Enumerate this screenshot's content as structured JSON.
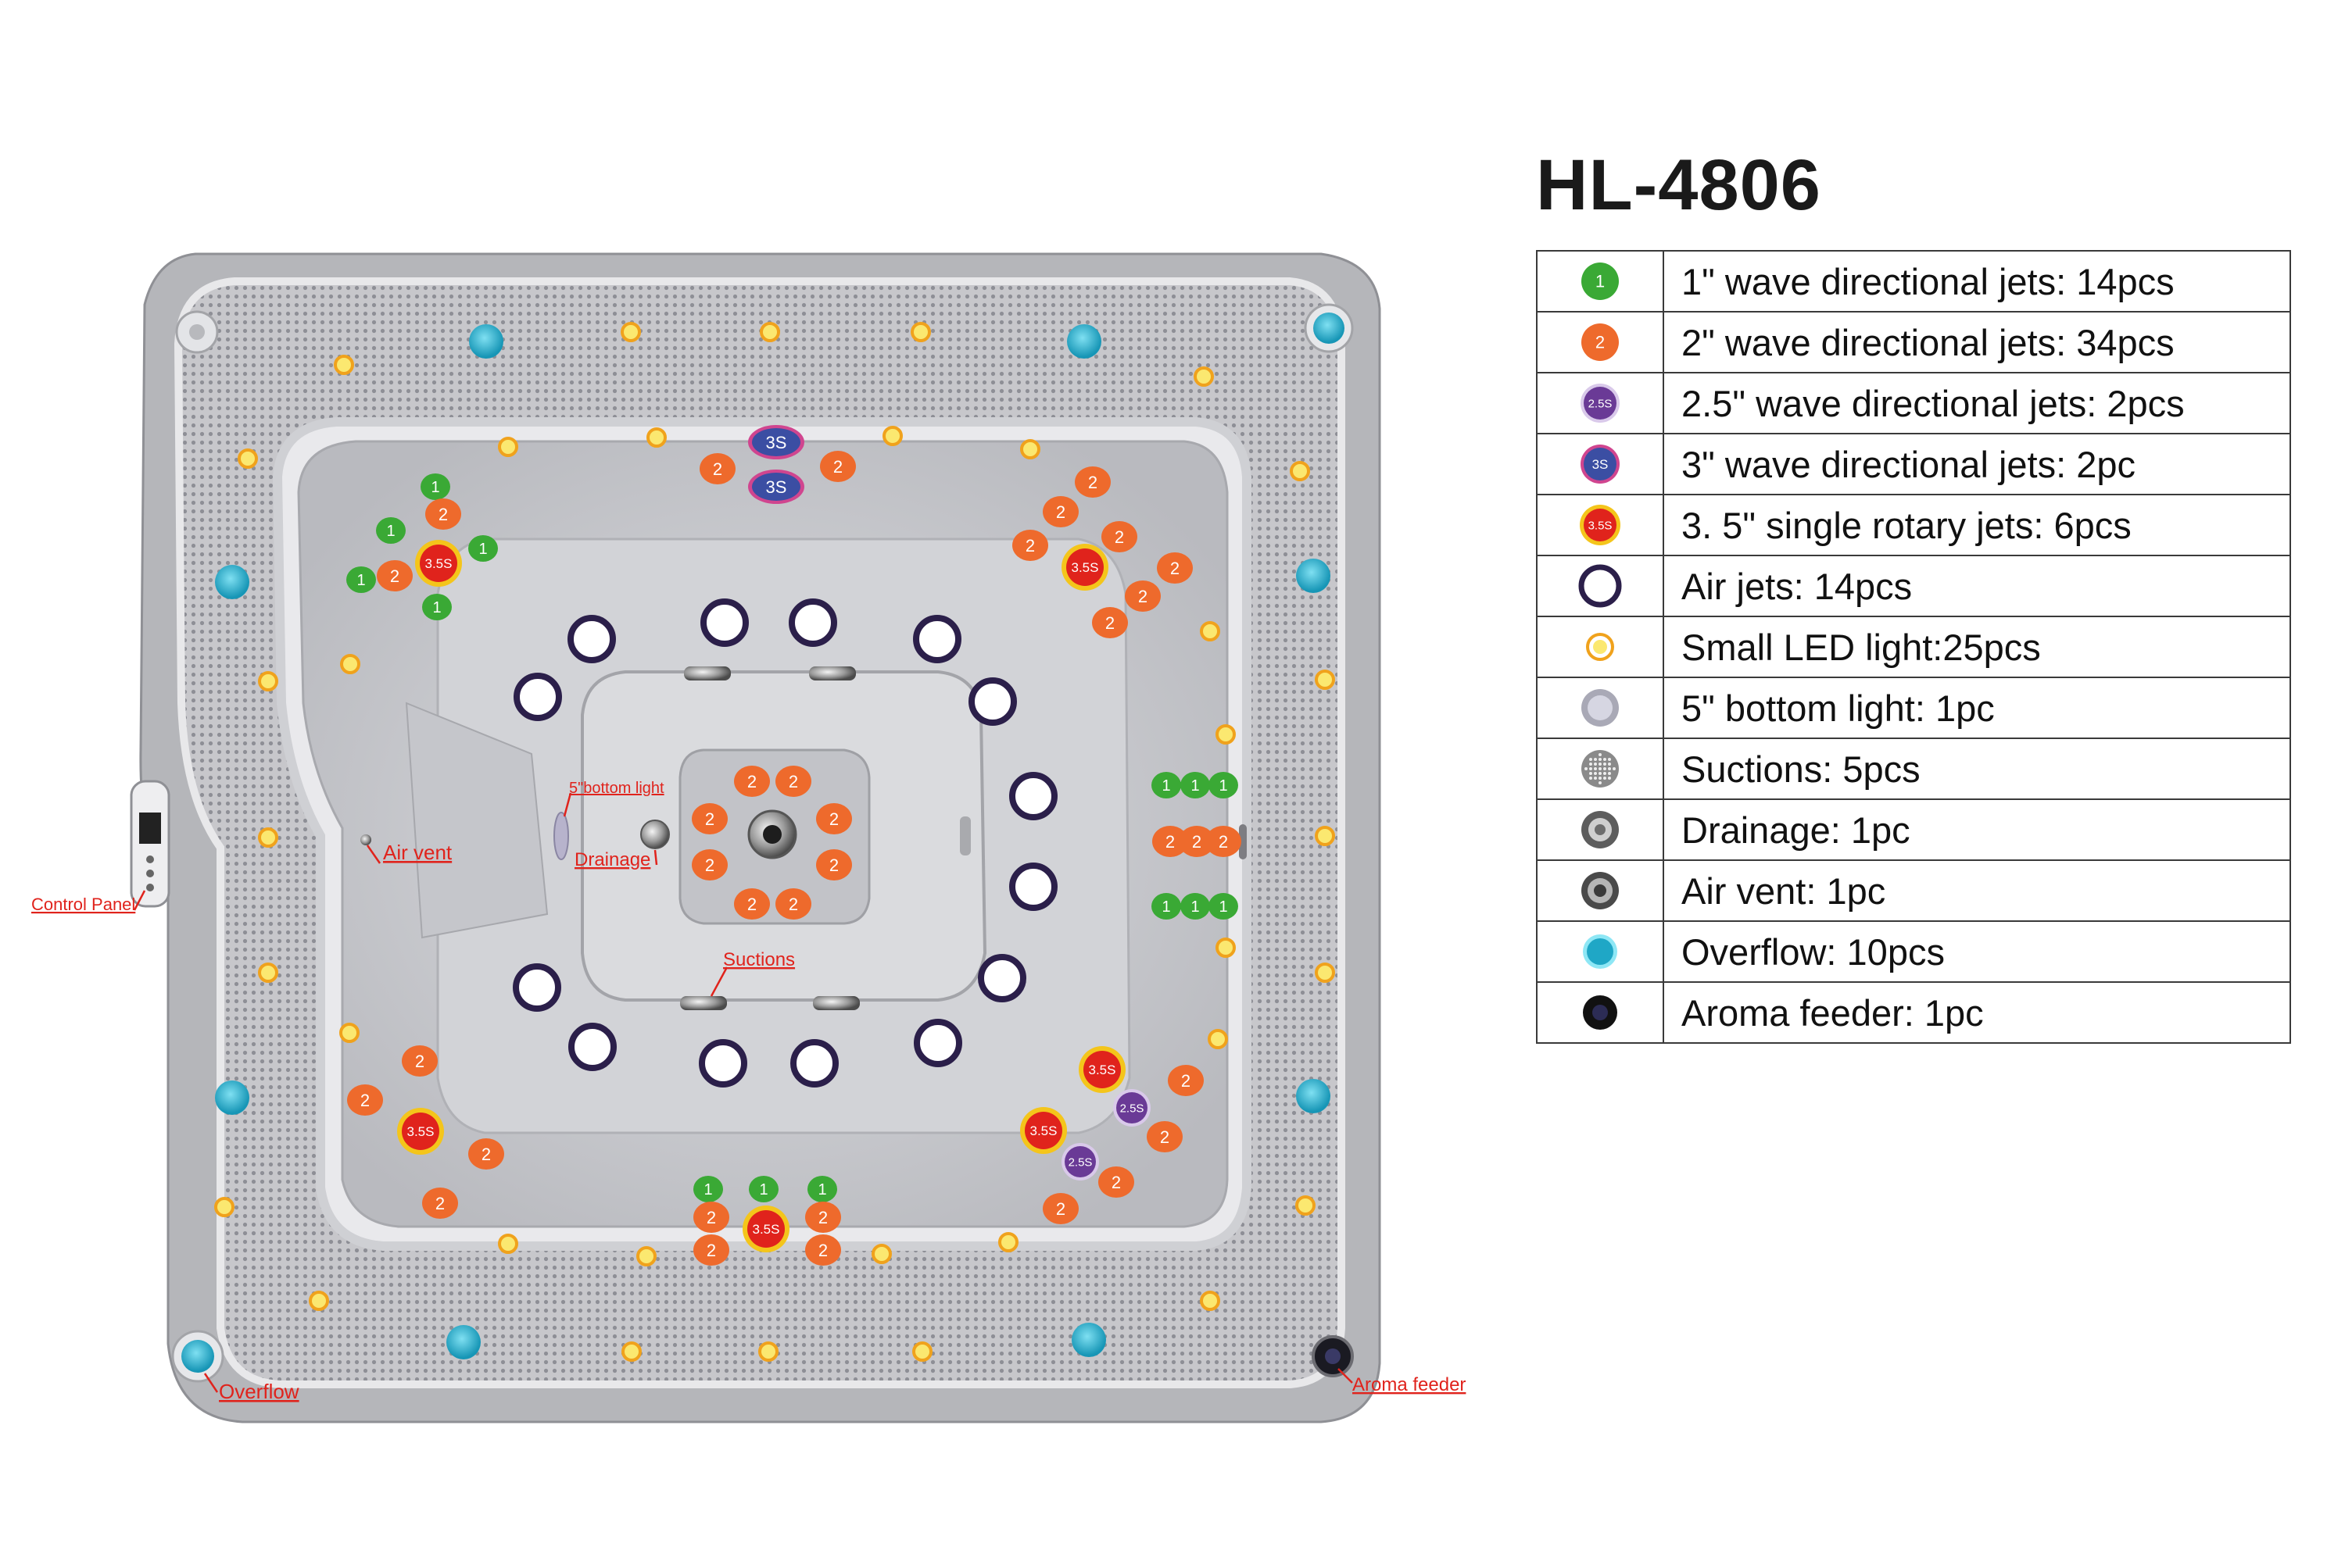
{
  "model": "HL-4806",
  "legend": [
    {
      "icon": "green-jet-icon",
      "icon_text": "1",
      "text": "1\" wave directional jets: 14pcs"
    },
    {
      "icon": "orange-jet-icon",
      "icon_text": "2",
      "text": "2\" wave directional jets: 34pcs"
    },
    {
      "icon": "purple-jet-icon",
      "icon_text": "2.5S",
      "text": "2.5\" wave directional jets: 2pcs"
    },
    {
      "icon": "blue-jet-icon",
      "icon_text": "3S",
      "text": "3\" wave directional jets: 2pc"
    },
    {
      "icon": "rotary-jet-icon",
      "icon_text": "3.5S",
      "text": "3. 5\" single rotary jets: 6pcs"
    },
    {
      "icon": "air-jet-icon",
      "icon_text": "",
      "text": "Air jets: 14pcs"
    },
    {
      "icon": "led-light-icon",
      "icon_text": "",
      "text": "Small LED light:25pcs"
    },
    {
      "icon": "bottom-light-icon",
      "icon_text": "",
      "text": "5\" bottom light: 1pc"
    },
    {
      "icon": "suction-icon",
      "icon_text": "",
      "text": "Suctions: 5pcs"
    },
    {
      "icon": "drainage-icon",
      "icon_text": "",
      "text": "Drainage: 1pc"
    },
    {
      "icon": "air-vent-icon",
      "icon_text": "",
      "text": "Air vent: 1pc"
    },
    {
      "icon": "overflow-icon",
      "icon_text": "",
      "text": "Overflow: 10pcs"
    },
    {
      "icon": "aroma-feeder-icon",
      "icon_text": "",
      "text": "Aroma feeder: 1pc"
    }
  ],
  "callouts": {
    "bottom_light": "5\"bottom light",
    "air_vent": "Air vent",
    "drainage": "Drainage",
    "control_panel": "Control Panel",
    "suctions": "Suctions",
    "overflow": "Overflow",
    "aroma_feeder": "Aroma feeder"
  },
  "jet_labels": {
    "one": "1",
    "two": "2",
    "two_five": "2.5S",
    "three": "3S",
    "three_five": "3.5S"
  },
  "colors": {
    "green": "#3aa935",
    "orange": "#ee6a2c",
    "purple": "#6a3a96",
    "blue3s": "#3b4ea3",
    "rotary_red": "#e0231c",
    "rotary_ring": "#f4c51b",
    "air_ring": "#2b1f4a",
    "led": "#f5b327",
    "overflow": "#1fa7c6",
    "callout": "#e0231c"
  }
}
